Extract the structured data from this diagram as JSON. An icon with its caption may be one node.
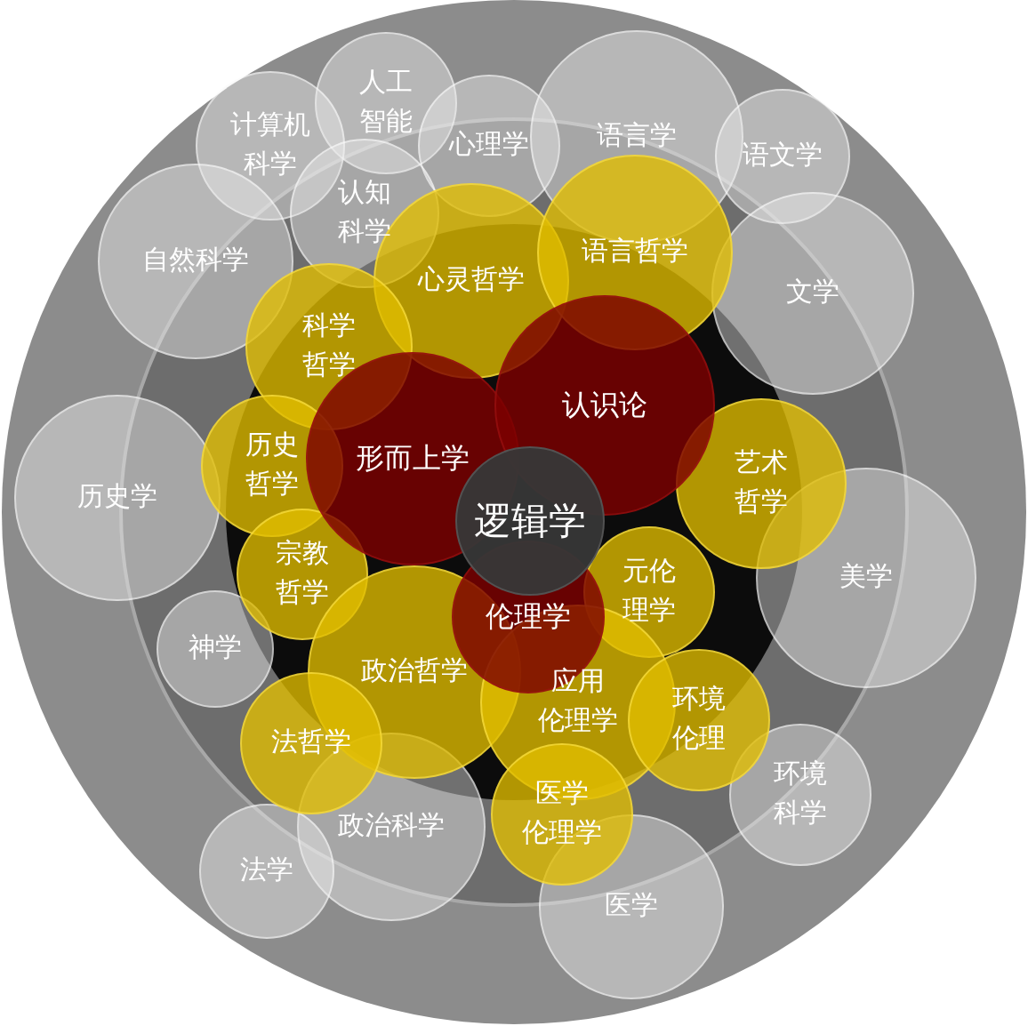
{
  "diagram": {
    "nodes": [
      {
        "text": [
          "人工智能"
        ]
      },
      {
        "text": [
          "计算机科学"
        ]
      },
      {
        "text": [
          "心理学"
        ]
      },
      {
        "text": [
          "语言学"
        ]
      },
      {
        "text": [
          "语文学"
        ]
      },
      {
        "text": [
          "自然科学"
        ]
      },
      {
        "text": [
          "认知科学"
        ]
      },
      {
        "text": [
          "文学"
        ]
      },
      {
        "text": [
          "历史学"
        ]
      },
      {
        "text": [
          "美学"
        ]
      },
      {
        "text": [
          "神学"
        ]
      },
      {
        "text": [
          "环境科学"
        ]
      },
      {
        "text": [
          "政治科学"
        ]
      },
      {
        "text": [
          "法学"
        ]
      },
      {
        "text": [
          "医学"
        ]
      },
      {
        "text": [
          "心灵哲学"
        ]
      },
      {
        "text": [
          "语言哲学"
        ]
      },
      {
        "text": [
          "科学哲学"
        ]
      },
      {
        "text": [
          "历史哲学"
        ]
      },
      {
        "text": [
          "艺术哲学"
        ]
      },
      {
        "text": [
          "宗教哲学"
        ]
      },
      {
        "text": [
          "元伦理学"
        ]
      },
      {
        "text": [
          "政治哲学"
        ]
      },
      {
        "text": [
          "应用伦理学"
        ]
      },
      {
        "text": [
          "环境伦理"
        ]
      },
      {
        "text": [
          "法哲学"
        ]
      },
      {
        "text": [
          "医学伦理学"
        ]
      },
      {
        "text": [
          "形而上学"
        ]
      },
      {
        "text": [
          "认识论"
        ]
      },
      {
        "text": [
          "伦理学"
        ]
      },
      {
        "text": [
          "逻辑学"
        ]
      }
    ]
  }
}
